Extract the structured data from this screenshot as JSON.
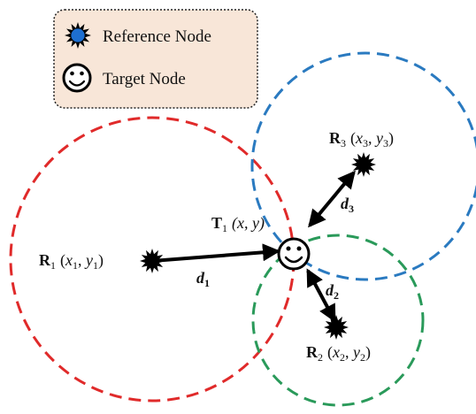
{
  "legend": {
    "reference_label": "Reference Node",
    "target_label": "Target Node"
  },
  "nodes": {
    "t1": {
      "name": "T",
      "sub": "1",
      "coords": "(x, y)"
    },
    "r1": {
      "name": "R",
      "sub": "1",
      "x": "x",
      "xsub": "1",
      "y": "y",
      "ysub": "1"
    },
    "r2": {
      "name": "R",
      "sub": "2",
      "x": "x",
      "xsub": "2",
      "y": "y",
      "ysub": "2"
    },
    "r3": {
      "name": "R",
      "sub": "3",
      "x": "x",
      "xsub": "3",
      "y": "y",
      "ysub": "3"
    }
  },
  "distances": {
    "d1": {
      "name": "d",
      "sub": "1"
    },
    "d2": {
      "name": "d",
      "sub": "2"
    },
    "d3": {
      "name": "d",
      "sub": "3"
    }
  },
  "colors": {
    "circle_r1": "#e02a2a",
    "circle_r2": "#2a9a5a",
    "circle_r3": "#2a7ac0",
    "legend_fill": "#f8e6d8",
    "reference_icon_center": "#1e6fd0"
  },
  "icons": {
    "reference": "star-burst-icon",
    "target": "smiley-face-icon"
  }
}
